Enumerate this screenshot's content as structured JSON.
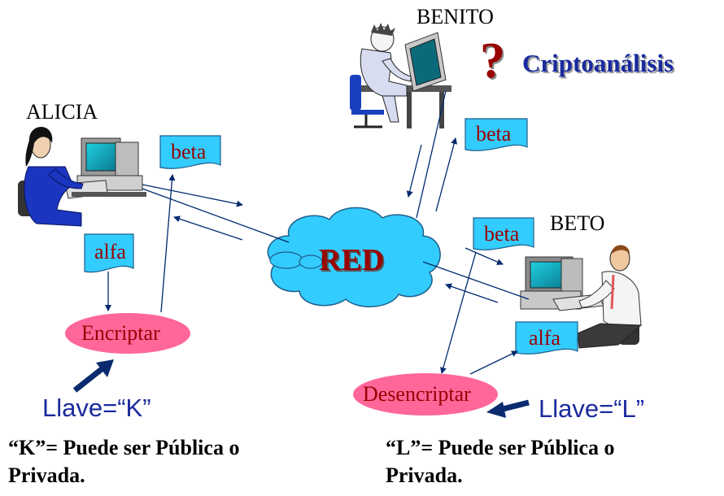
{
  "people": {
    "alicia": "ALICIA",
    "benito": "BENITO",
    "beto": "BETO"
  },
  "cryptanalysis": {
    "mark": "?",
    "label": "Criptoanálisis"
  },
  "network": {
    "label": "RED"
  },
  "messages": {
    "beta_alicia": "beta",
    "beta_benito": "beta",
    "beta_beto": "beta",
    "alfa_alicia": "alfa",
    "alfa_beto": "alfa"
  },
  "operations": {
    "encrypt": "Encriptar",
    "decrypt": "Desencriptar"
  },
  "keys": {
    "key_k": "Llave=“K”",
    "key_l": "Llave=“L”"
  },
  "notes": {
    "k_line1": "“K”= Puede ser Pública o",
    "k_line2": "Privada.",
    "l_line1": "“L”= Puede ser Pública o",
    "l_line2": "Privada."
  },
  "colors": {
    "note_fill": "#33ccff",
    "ellipse_fill": "#ff6699",
    "cloud_fill": "#33ccff",
    "label_red": "#990000",
    "arrow_blue": "#002a6e",
    "crypto_blue": "#1a2a9e"
  },
  "icons": [
    "person-at-computer-icon",
    "question-mark-icon",
    "cloud-icon",
    "thick-arrow-icon"
  ]
}
